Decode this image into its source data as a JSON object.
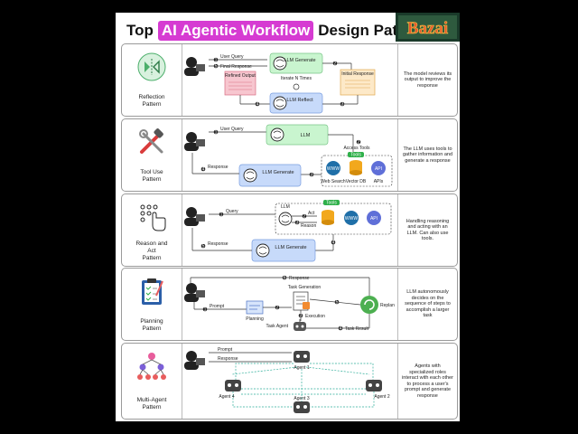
{
  "title": {
    "prefix": "Top",
    "highlight": "AI Agentic Workflow",
    "suffix": "Design Patterns"
  },
  "logo_text": "Bazai",
  "patterns": [
    {
      "name_lines": [
        "Reflection",
        "Pattern"
      ],
      "description": "The model reviews its output to improve the response",
      "labels": {
        "user_query": "User Query",
        "final_response": "Final Response",
        "generate": "LLM Generate",
        "iterate": "Iterate N Times",
        "refined": "Refined Output",
        "initial": "Initial Response",
        "reflect": "LLM Reflect",
        "n1": "1",
        "n2": "2",
        "n3": "3",
        "n4": "4",
        "n5": "5"
      }
    },
    {
      "name_lines": [
        "Tool Use",
        "Pattern"
      ],
      "description": "The LLM uses tools to gather information and generate a response",
      "labels": {
        "user_query": "User Query",
        "llm": "LLM",
        "access_tools": "Access Tools",
        "response": "Response",
        "generate": "LLM Generate",
        "tools": "Tools",
        "web": "Web Search",
        "vector": "Vector DB",
        "apis": "APIs",
        "www": "WWW",
        "api": "API",
        "n1": "1",
        "n2": "2",
        "n3": "3",
        "n4": "4"
      }
    },
    {
      "name_lines": [
        "Reason and",
        "Act",
        "Pattern"
      ],
      "description": "Handling reasoning and acting with an LLM. Can also use tools.",
      "labels": {
        "query": "Query",
        "llm": "LLM",
        "tools": "Tools",
        "act": "Act",
        "reason": "Reason",
        "response": "Response",
        "generate": "LLM Generate",
        "www": "WWW",
        "api": "API",
        "n1": "1",
        "n2": "2",
        "n3": "3",
        "n4": "4",
        "n5": "5"
      }
    },
    {
      "name_lines": [
        "Planning",
        "Pattern"
      ],
      "description": "LLM autonomously decides on the sequence of steps to accomplish a larger task",
      "labels": {
        "response": "Response",
        "task_generation": "Task Generation",
        "prompt": "Prompt",
        "planning": "Planning",
        "execution": "Execution",
        "replan": "Replan",
        "task_agent": "Task Agent",
        "task_result": "Task Result",
        "n1": "1",
        "n2": "2",
        "n3": "3",
        "n4": "4",
        "n5": "5",
        "n6": "6"
      }
    },
    {
      "name_lines": [
        "Multi-Agent",
        "Pattern"
      ],
      "description": "Agents with specialized roles interact with each other to process a user's prompt and generate response",
      "labels": {
        "prompt": "Prompt",
        "response": "Response",
        "agent1": "Agent 1",
        "agent2": "Agent 2",
        "agent3": "Agent 3",
        "agent4": "Agent 4"
      }
    }
  ]
}
